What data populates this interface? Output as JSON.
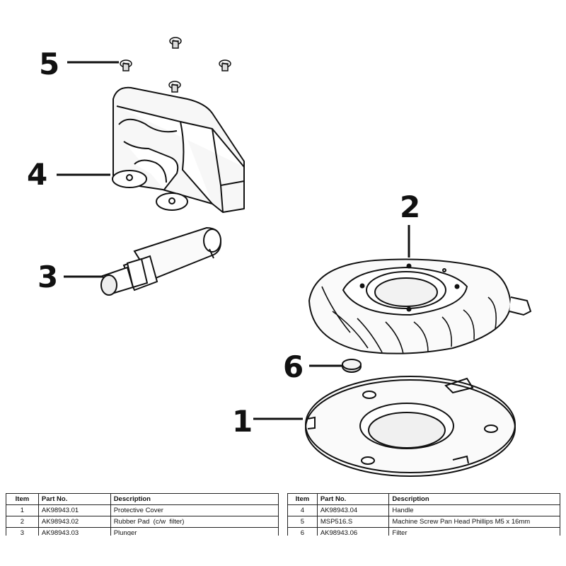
{
  "callouts": [
    "5",
    "4",
    "3",
    "2",
    "6",
    "1"
  ],
  "table": {
    "headers": {
      "item": "Item",
      "part_no": "Part No.",
      "description": "Description"
    },
    "left_rows": [
      {
        "item": "1",
        "part_no": "AK98943.01",
        "description": "Protective Cover"
      },
      {
        "item": "2",
        "part_no": "AK98943.02",
        "description": "Rubber Pad  (c/w  filter)"
      },
      {
        "item": "3",
        "part_no": "AK98943.03",
        "description": "Plunger"
      }
    ],
    "right_rows": [
      {
        "item": "4",
        "part_no": "AK98943.04",
        "description": "Handle"
      },
      {
        "item": "5",
        "part_no": "MSP516.S",
        "description": "Machine Screw Pan Head Phillips M5 x 16mm"
      },
      {
        "item": "6",
        "part_no": "AK98943.06",
        "description": "Filter"
      }
    ]
  }
}
